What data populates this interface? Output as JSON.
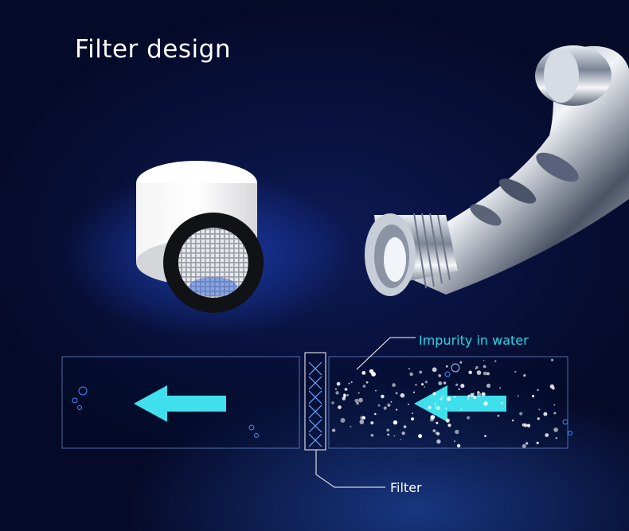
{
  "title": "Filter design",
  "labels": {
    "impurity": "Impurity in water",
    "filter": "Filter"
  },
  "colors": {
    "background": "#050a28",
    "accent": "#27d6e8",
    "arrow": "#3fe0ec",
    "text": "#ffffff"
  },
  "icons": {
    "filter_screen": "filter-screen-icon",
    "shower_handle": "shower-handle-icon",
    "flow_arrow": "arrow-left-icon",
    "filter_mesh": "mesh-cross-icon"
  }
}
